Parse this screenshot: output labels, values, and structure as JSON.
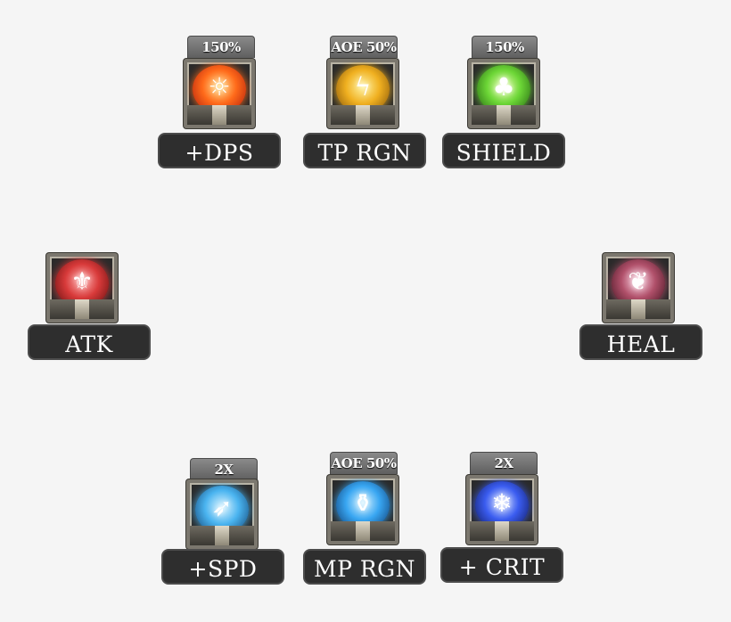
{
  "skills": [
    {
      "label": "+DPS",
      "badge": "150%",
      "icon": "sun-burst-icon",
      "glyph": "☼",
      "colors": [
        "#ffe08a",
        "#ff6a1a",
        "#a8140a"
      ]
    },
    {
      "label": "TP RGN",
      "badge": "AOE 50%",
      "icon": "lightning-bolt-icon",
      "glyph": "ϟ",
      "colors": [
        "#fff3a0",
        "#f0b020",
        "#7a4a06"
      ]
    },
    {
      "label": "SHIELD",
      "badge": "150%",
      "icon": "tree-of-life-icon",
      "glyph": "♣",
      "colors": [
        "#eaffb0",
        "#6cd636",
        "#1e5a0e"
      ]
    },
    {
      "label": "ATK",
      "badge": "",
      "icon": "fleur-de-lis-icon",
      "glyph": "⚜",
      "colors": [
        "#ffb0b0",
        "#d83a3a",
        "#5a0a0a"
      ]
    },
    {
      "label": "HEAL",
      "badge": "",
      "icon": "winged-mask-icon",
      "glyph": "❦",
      "colors": [
        "#ffd6e6",
        "#b0506a",
        "#3a0e1a"
      ]
    },
    {
      "label": "+SPD",
      "badge": "2X",
      "icon": "swift-wind-icon",
      "glyph": "➶",
      "colors": [
        "#e0f6ff",
        "#4ab4f0",
        "#0c3a6a"
      ]
    },
    {
      "label": "MP RGN",
      "badge": "AOE 50%",
      "icon": "potion-vase-icon",
      "glyph": "⚱",
      "colors": [
        "#d8f4ff",
        "#38a6f2",
        "#0a3266"
      ]
    },
    {
      "label": "+ CRIT",
      "badge": "2X",
      "icon": "snowflake-icon",
      "glyph": "❄",
      "colors": [
        "#d8e4ff",
        "#3a5cf0",
        "#0c1450"
      ]
    }
  ]
}
